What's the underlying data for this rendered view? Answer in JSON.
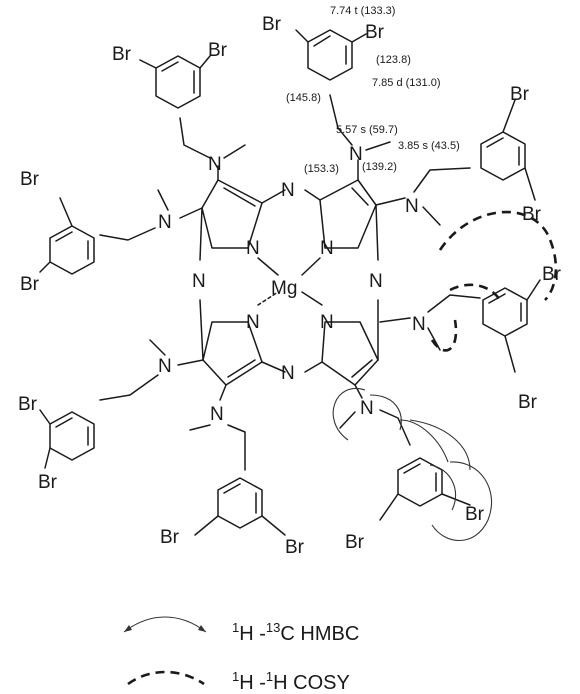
{
  "atoms": {
    "metal": "Mg",
    "nitrogen": "N",
    "bromine": "Br"
  },
  "nmr": {
    "t_774": "7.74 t (133.3)",
    "c_1238": "(123.8)",
    "d_785": "7.85 d (131.0)",
    "c_1458": "(145.8)",
    "s_557": "5.57 s (59.7)",
    "s_385": "3.85 s (43.5)",
    "c_1533": "(153.3)",
    "c_1392": "(139.2)"
  },
  "legend": {
    "hmbc_sup1": "1",
    "hmbc_h": "H -",
    "hmbc_sup2": "13",
    "hmbc_c": "C HMBC",
    "cosy_sup1": "1",
    "cosy_h": "H -",
    "cosy_sup2": "1",
    "cosy_c": "H COSY"
  },
  "colors": {
    "ink": "#1a1a1a",
    "background": "#ffffff"
  }
}
